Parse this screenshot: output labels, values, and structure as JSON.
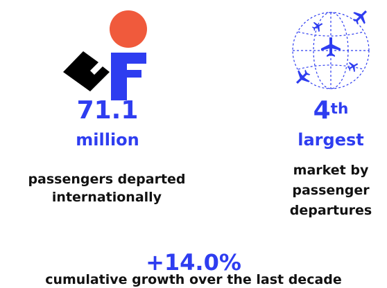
{
  "colors": {
    "accent_blue": "#2e3df0",
    "accent_red": "#f05a3c",
    "text_dark": "#111111"
  },
  "left_stat": {
    "icon": "airline-logo-icon",
    "value": "71.1",
    "unit": "million",
    "caption_line1": "passengers departed",
    "caption_line2": "internationally"
  },
  "right_stat": {
    "icon": "globe-flights-icon",
    "rank_number": "4",
    "rank_suffix": "th",
    "rank_word": "largest",
    "caption_line1": "market by",
    "caption_line2": "passenger",
    "caption_line3": "departures"
  },
  "bottom_stat": {
    "value": "+14.0%",
    "caption": "cumulative growth over the last decade"
  }
}
